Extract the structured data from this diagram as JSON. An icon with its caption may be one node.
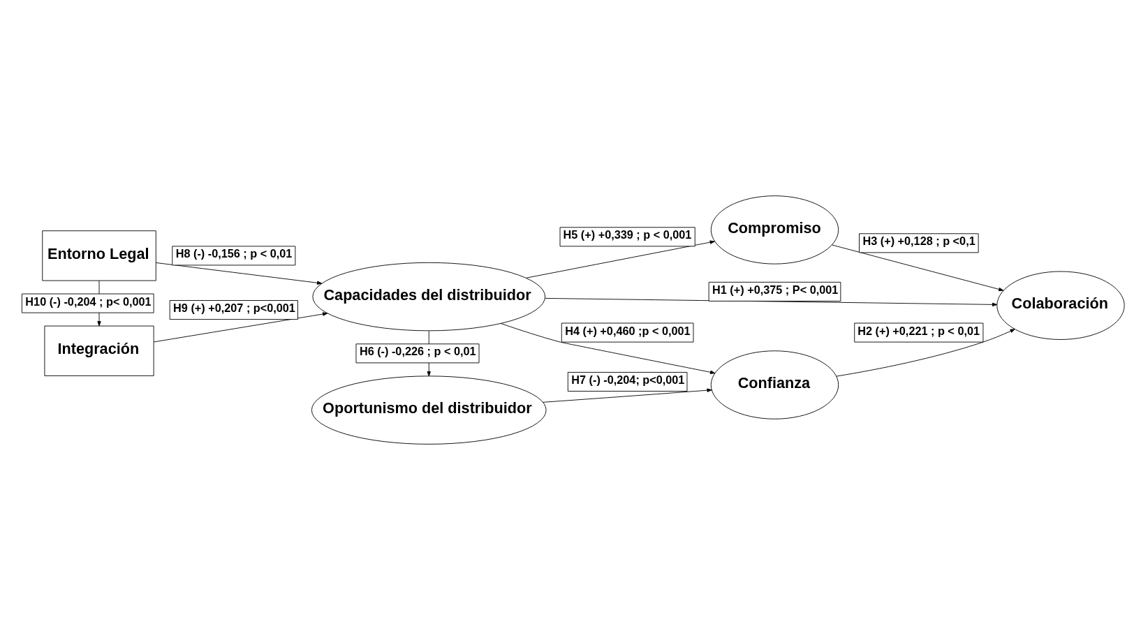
{
  "diagram": {
    "nodes": [
      {
        "text": [
          "Entorno Legal"
        ]
      },
      {
        "text": [
          "Oportunismo del distribuidor"
        ]
      },
      {
        "text": [
          "Confianza"
        ]
      },
      {
        "text": [
          "Capacidades del distribuidor"
        ]
      },
      {
        "text": [
          "Colaboración"
        ]
      },
      {
        "text": [
          "Integración"
        ]
      },
      {
        "text": [
          "Compromiso"
        ]
      }
    ],
    "edges": [
      {
        "from": 0,
        "to": 3,
        "arrow": "to",
        "label": "H8 (-) -0,156 ; p < 0,01"
      },
      {
        "from": 3,
        "to": 1,
        "arrow": "to",
        "label": "H6 (-) -0,226 ; p < 0,01"
      },
      {
        "from": 1,
        "to": 2,
        "arrow": "to",
        "label": "H7 (-) -0,204; p<0,001"
      },
      {
        "from": 3,
        "to": 2,
        "arrow": "to",
        "label": "H4 (+) +0,460 ;p < 0,001"
      },
      {
        "from": 2,
        "to": 4,
        "arrow": "to",
        "label": "H2 (+) +0,221 ; p < 0,01"
      },
      {
        "from": 3,
        "to": 4,
        "arrow": "to",
        "label": "H1 (+) +0,375 ; P< 0,001"
      },
      {
        "from": 0,
        "to": 5,
        "arrow": "to",
        "label": "H10 (-) -0,204 ; p< 0,001"
      },
      {
        "from": 5,
        "to": 3,
        "arrow": "to",
        "label": "H9 (+) +0,207 ; p<0,001"
      },
      {
        "from": 3,
        "to": 6,
        "arrow": "to",
        "label": "H5 (+) +0,339 ; p < 0,001"
      },
      {
        "from": 6,
        "to": 4,
        "arrow": "to",
        "label": "H3 (+) +0,128 ; p <0,1"
      }
    ]
  }
}
